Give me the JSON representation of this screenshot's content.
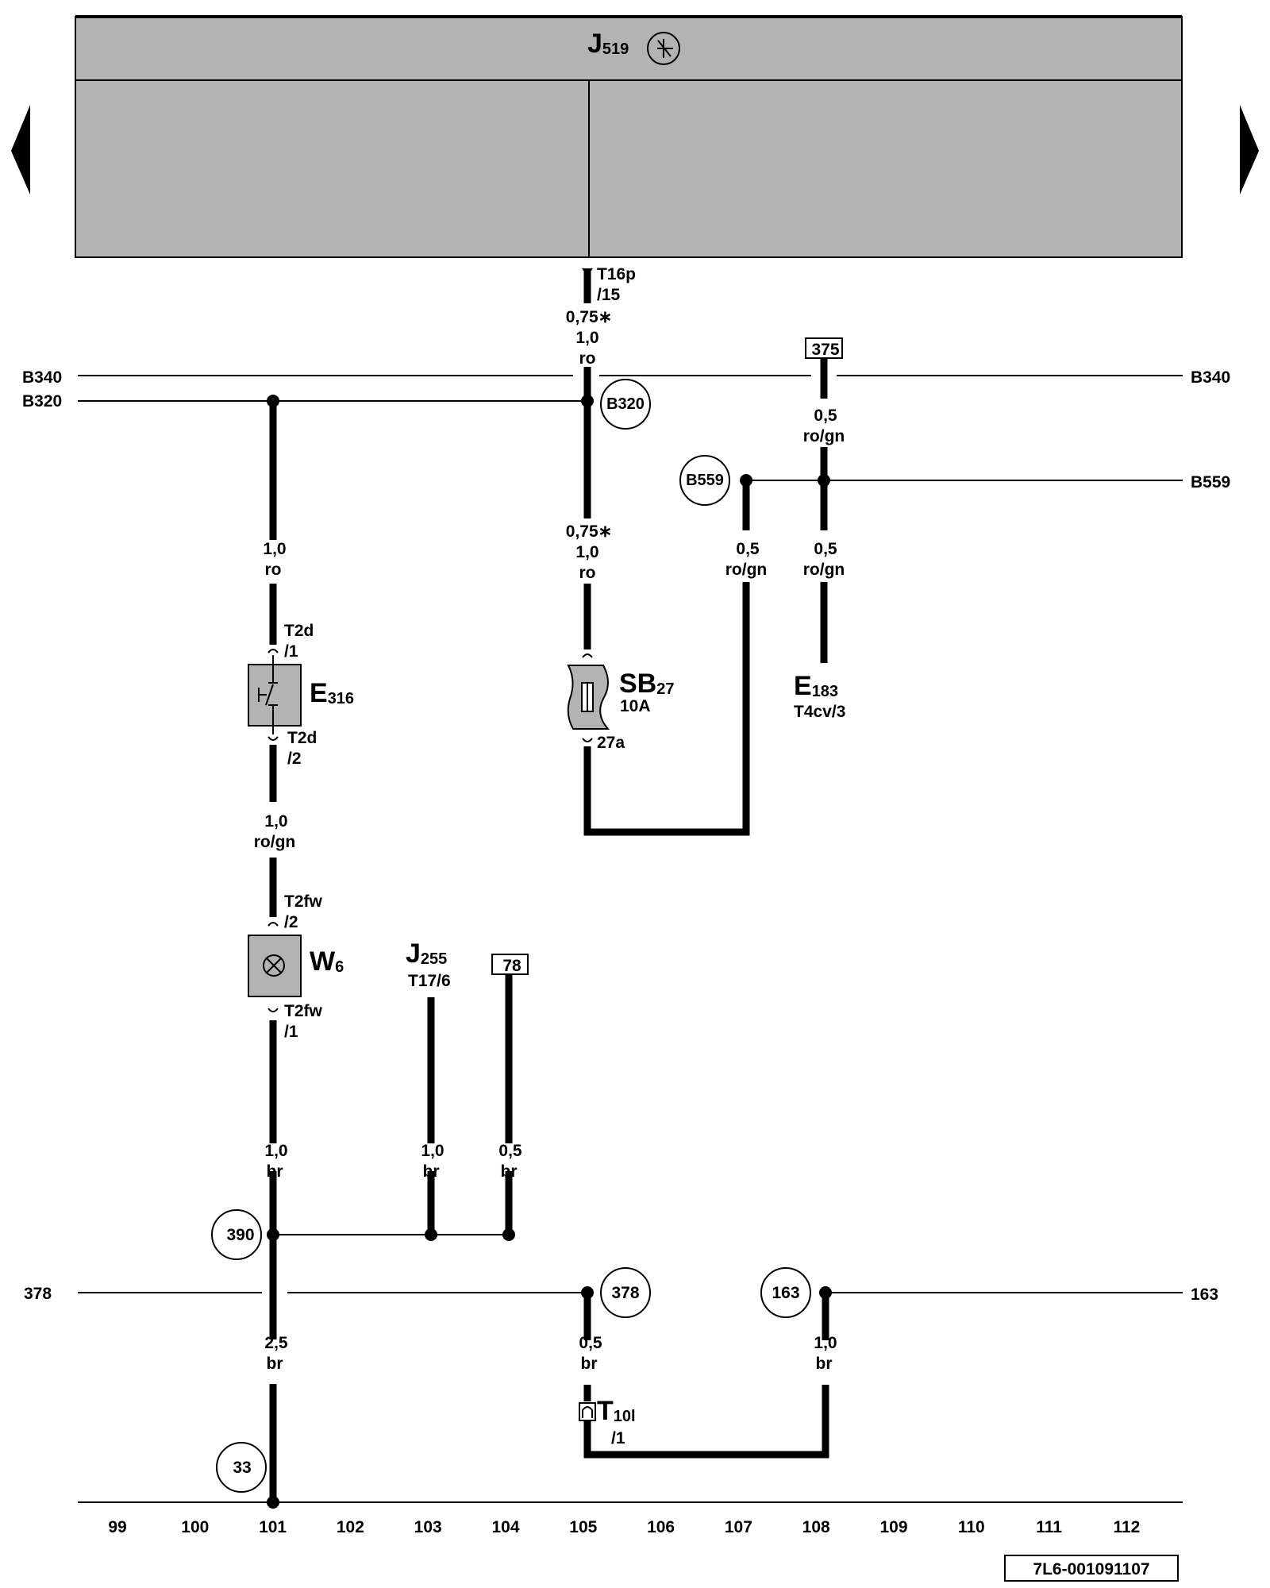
{
  "module": {
    "name": "J",
    "sub": "519"
  },
  "connectors": {
    "t16p": [
      "T16p",
      "/15"
    ],
    "t2d_top": [
      "T2d",
      "/1"
    ],
    "t2d_bot": [
      "T2d",
      "/2"
    ],
    "t2fw_top": [
      "T2fw",
      "/2"
    ],
    "t2fw_bot": [
      "T2fw",
      "/1"
    ],
    "sb_pin": "27a",
    "t10l": {
      "name": "T",
      "sub": "10l",
      "pin": "/1"
    }
  },
  "wire_labels": {
    "j519_out": [
      "0,75∗",
      "1,0",
      "ro"
    ],
    "b320_down": [
      "0,75∗",
      "1,0",
      "ro"
    ],
    "ref375_down": [
      "0,5",
      "ro/gn"
    ],
    "b559_left": [
      "0,5",
      "ro/gn"
    ],
    "b559_right": [
      "0,5",
      "ro/gn"
    ],
    "e316_in": [
      "1,0",
      "ro"
    ],
    "e316_out": [
      "1,0",
      "ro/gn"
    ],
    "w6_out": [
      "1,0",
      "br"
    ],
    "j255_out": [
      "1,0",
      "br"
    ],
    "ref78_out": [
      "0,5",
      "br"
    ],
    "ground_main": [
      "2,5",
      "br"
    ],
    "t10l_in": [
      "0,5",
      "br"
    ],
    "ref163_down": [
      "1,0",
      "br"
    ]
  },
  "buses": {
    "b340_left": "B340",
    "b340_right": "B340",
    "b320_left": "B320",
    "b559_right": "B559",
    "l378_left": "378",
    "l163_right": "163"
  },
  "circle_refs": {
    "b320": "B320",
    "b559": "B559",
    "r390": "390",
    "r378": "378",
    "r163": "163",
    "r33": "33"
  },
  "box_refs": {
    "r375": "375",
    "r78": "78"
  },
  "components": {
    "e316": {
      "name": "E",
      "sub": "316"
    },
    "sb27": {
      "name": "SB",
      "sub": "27",
      "rating": "10A"
    },
    "e183": {
      "name": "E",
      "sub": "183",
      "pin": "T4cv/3"
    },
    "w6": {
      "name": "W",
      "sub": "6"
    },
    "j255": {
      "name": "J",
      "sub": "255",
      "pin": "T17/6"
    }
  },
  "grid_numbers": [
    "99",
    "100",
    "101",
    "102",
    "103",
    "104",
    "105",
    "106",
    "107",
    "108",
    "109",
    "110",
    "111",
    "112"
  ],
  "diagram_id": "7L6-001091107",
  "colors": {
    "module_fill": "#b3b3b3",
    "component_fill": "#b3b3b3",
    "line": "#000000"
  },
  "icons": {
    "module_symbol": "ground-transistor-icon",
    "e316_symbol": "switch-icon",
    "sb27_symbol": "fuse-icon",
    "w6_symbol": "lamp-icon",
    "nav_left": "triangle-left-icon",
    "nav_right": "triangle-right-icon"
  }
}
